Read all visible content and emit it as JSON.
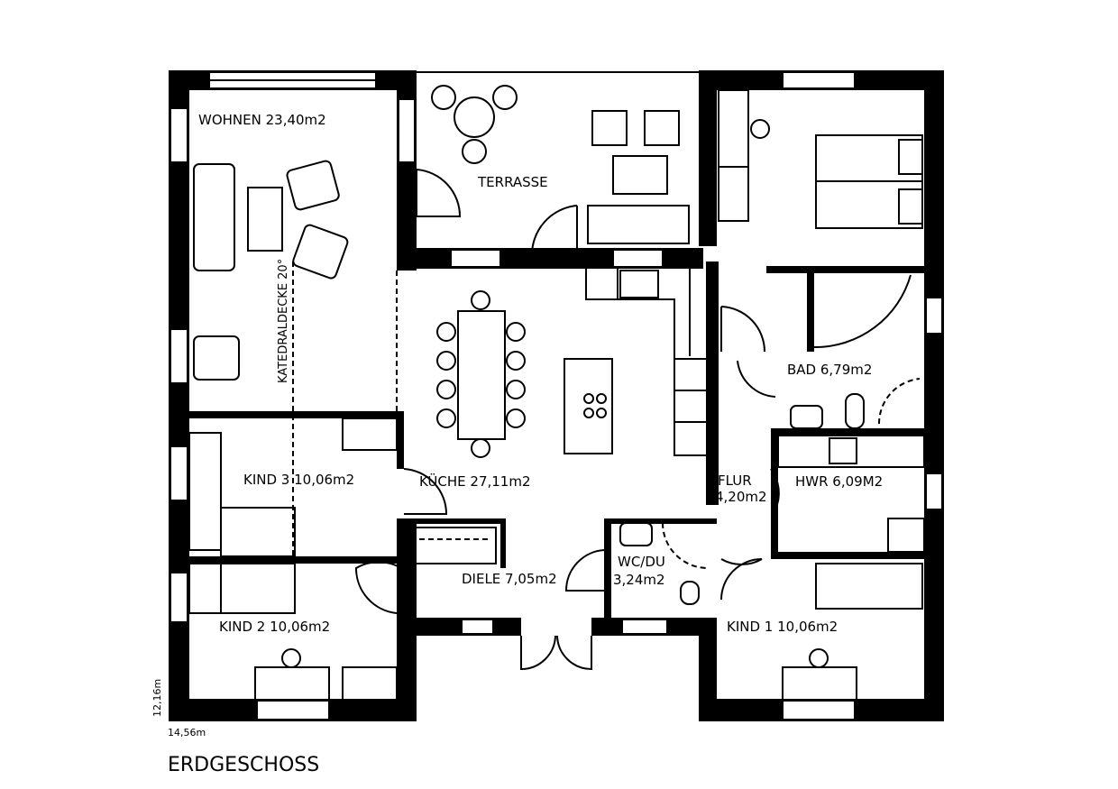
{
  "plan": {
    "title": "ERDGESCHOSS",
    "width_dim": "14,56m",
    "height_dim": "12,16m",
    "rooms": {
      "wohnen": "WOHNEN 23,40m2",
      "terrasse": "TERRASSE",
      "katedraldecke": "KATEDRALDECKE 20°",
      "kueche": "KÜCHE 27,11m2",
      "kind3": "KIND 3 10,06m2",
      "kind2": "KIND 2 10,06m2",
      "kind1": "KIND 1 10,06m2",
      "diele": "DIELE 7,05m2",
      "wcdu_name": "WC/DU",
      "wcdu_area": "3,24m2",
      "flur_name": "FLUR",
      "flur_area": "4,20m2",
      "bad": "BAD 6,79m2",
      "hwr": "HWR 6,09M2"
    }
  }
}
